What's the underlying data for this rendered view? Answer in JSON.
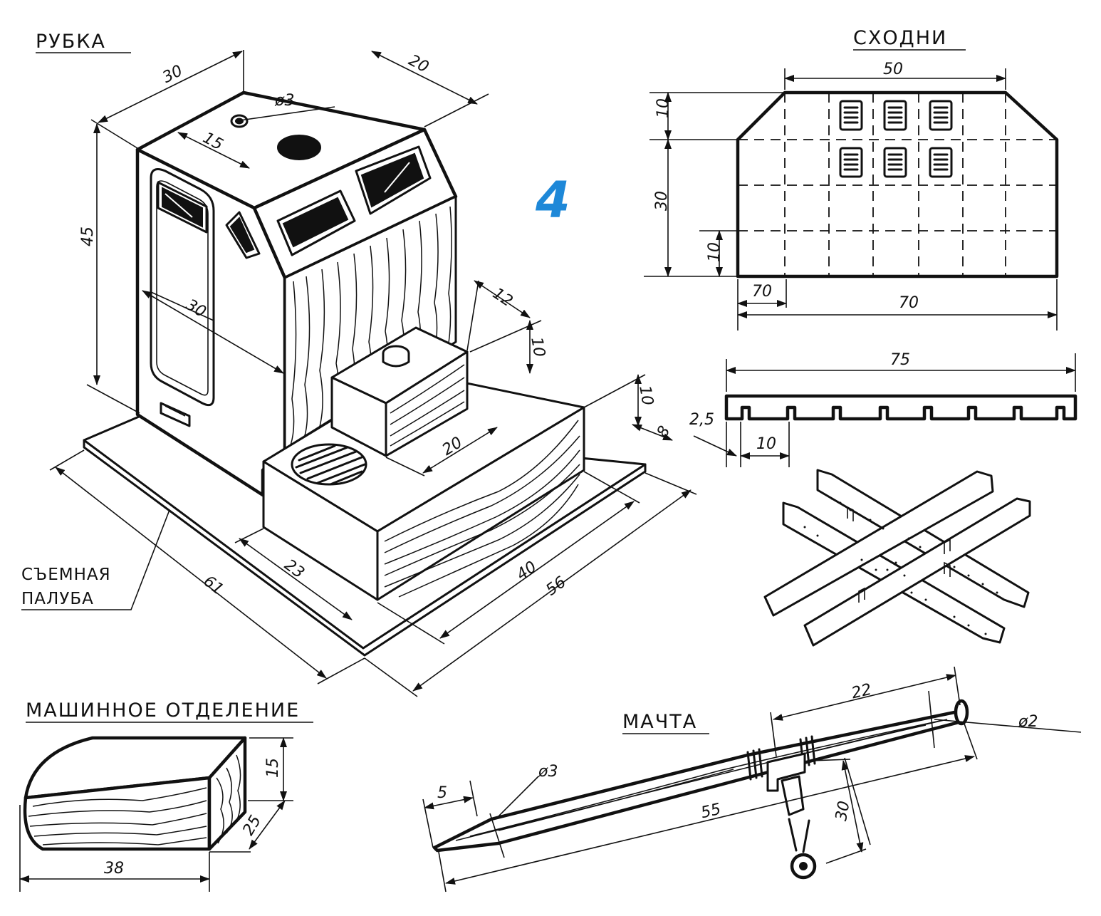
{
  "figure_number": "4",
  "figure_number_color": "#1e88d8",
  "ink_color": "#111111",
  "views": {
    "rubka": {
      "title": "РУБКА",
      "dims": {
        "top_width": "30",
        "top_depth": "20",
        "hole": "ø3",
        "hole_offset": "15",
        "height": "45",
        "side_width": "30"
      }
    },
    "deck": {
      "label_line1": "СЪЕМНАЯ",
      "label_line2": "ПАЛУБА",
      "dims": {
        "length": "61",
        "width": "56",
        "block_length": "40",
        "block_width": "23",
        "box_width": "20",
        "box_depth": "12",
        "box_height": "10",
        "block_height": "10",
        "step": "8"
      }
    },
    "skhodni": {
      "title": "СХОДНИ",
      "dims": {
        "top_width": "50",
        "chamfer": "10",
        "height": "30",
        "bottom_row": "10",
        "side_step": "70",
        "bottom_width": "70"
      }
    },
    "rail": {
      "dims": {
        "length": "75",
        "notch_depth": "2,5",
        "notch_pitch": "10"
      }
    },
    "mashinnoe": {
      "title": "МАШИННОЕ ОТДЕЛЕНИЕ",
      "dims": {
        "length": "38",
        "height": "15",
        "depth": "25"
      }
    },
    "machta": {
      "title": "МАЧТА",
      "dims": {
        "tip": "5",
        "tip_dia": "ø3",
        "length": "55",
        "top_part": "22",
        "top_dia": "ø2",
        "yard_height": "30"
      }
    }
  },
  "icons": [
    "porthole-icon",
    "vent-grille-icon",
    "lattice-grating-icon",
    "block-pulley-icon"
  ]
}
